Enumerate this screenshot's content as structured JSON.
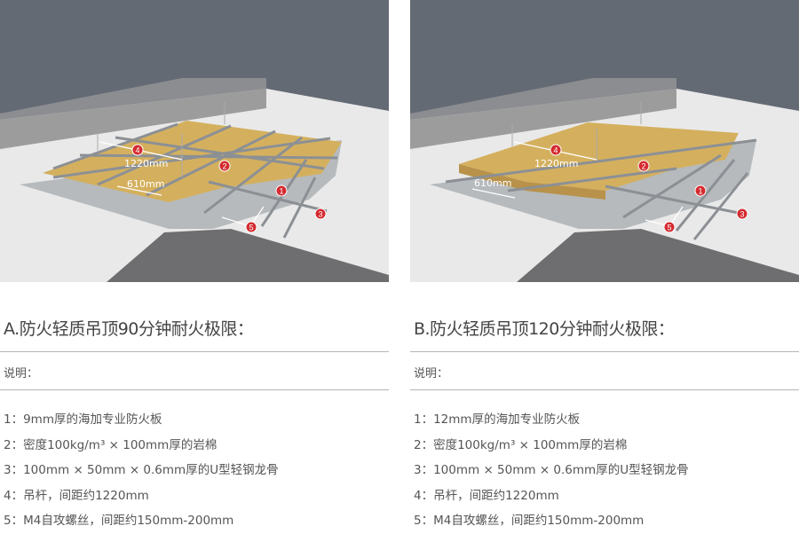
{
  "colors": {
    "marker": "#d42a2f",
    "wool": "#d4b05e",
    "sky": "#646a74"
  },
  "panels": [
    {
      "title": "A.防火轻质吊顶90分钟耐火极限：",
      "note_label": "说明：",
      "dims": {
        "a": "1220mm",
        "b": "610mm"
      },
      "markers": [
        "1",
        "2",
        "3",
        "4",
        "5"
      ],
      "items": [
        "1：9mm厚的海加专业防火板",
        "2：密度100kg/m³ × 100mm厚的岩棉",
        "3：100mm × 50mm × 0.6mm厚的U型轻钢龙骨",
        "4：吊杆，间距约1220mm",
        "5：M4自攻螺丝，间距约150mm-200mm"
      ]
    },
    {
      "title": "B.防火轻质吊顶120分钟耐火极限：",
      "note_label": "说明：",
      "dims": {
        "a": "1220mm",
        "b": "610mm"
      },
      "markers": [
        "1",
        "2",
        "3",
        "4",
        "5"
      ],
      "items": [
        "1：12mm厚的海加专业防火板",
        "2：密度100kg/m³ × 100mm厚的岩棉",
        "3：100mm × 50mm × 0.6mm厚的U型轻钢龙骨",
        "4：吊杆，间距约1220mm",
        "5：M4自攻螺丝，间距约150mm-200mm"
      ]
    }
  ]
}
